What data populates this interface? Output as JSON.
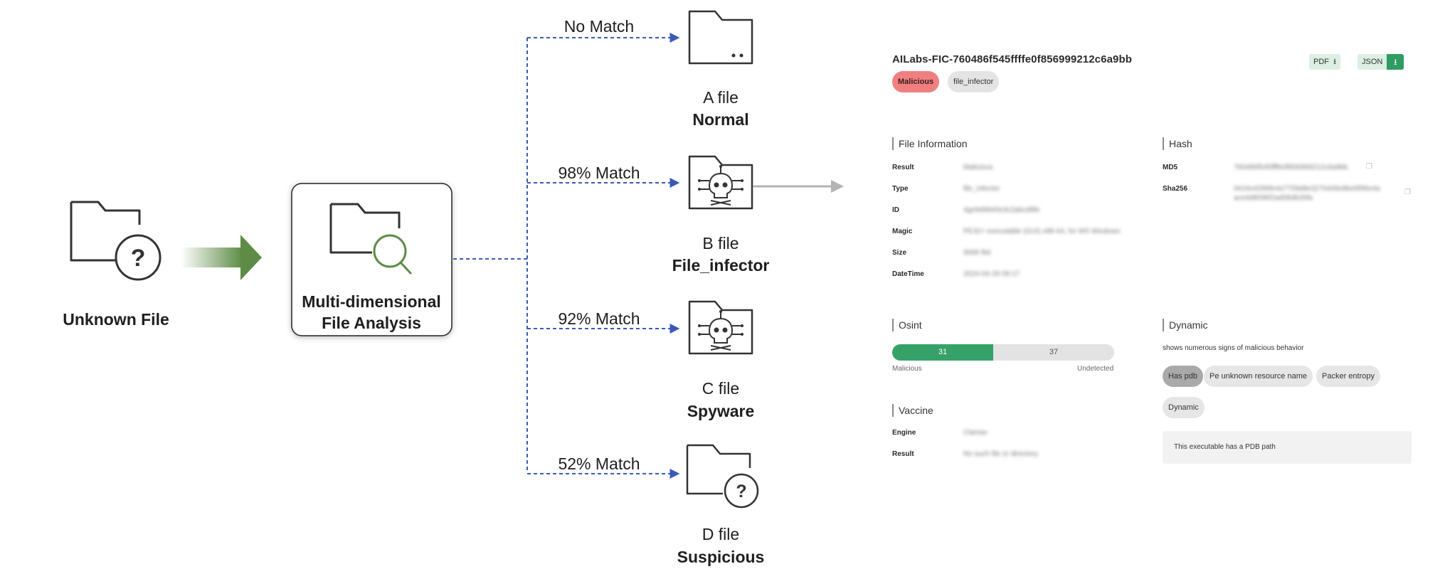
{
  "diagram": {
    "unknown_file_label": "Unknown File",
    "analysis_box_label_line1": "Multi-dimensional",
    "analysis_box_label_line2": "File Analysis",
    "branches": [
      {
        "match": "No Match",
        "file": "A file",
        "verdict": "Normal",
        "verdict_color": "#538135",
        "icon": "folder-icon"
      },
      {
        "match": "98% Match",
        "file": "B file",
        "verdict": "File_infector",
        "verdict_color": "#e03024",
        "icon": "skull-circuit-folder-icon"
      },
      {
        "match": "92% Match",
        "file": "C file",
        "verdict": "Spyware",
        "verdict_color": "#e03024",
        "icon": "skull-circuit-folder-icon"
      },
      {
        "match": "52% Match",
        "file": "D file",
        "verdict": "Suspicious",
        "verdict_color": "#f5b235",
        "icon": "question-folder-icon"
      }
    ],
    "connector_color": "#3a5bb5",
    "arrow_gradient_color": "#5e8c46"
  },
  "report": {
    "file_id": "AILabs-FIC-760486f545ffffe0f856999212c6a9bb",
    "verdict_pill": "Malicious",
    "type_pill": "file_infector",
    "pdf_label": "PDF",
    "json_label": "JSON",
    "file_information": {
      "title": "File Information",
      "rows": [
        {
          "label": "Result",
          "value": "Malicious"
        },
        {
          "label": "Type",
          "value": "file_infector"
        },
        {
          "label": "ID",
          "value": "4ge9d9840e3c2abcd9fe"
        },
        {
          "label": "Magic",
          "value": "PE32+ executable (GUI) x86-64, for MS Windows"
        },
        {
          "label": "Size",
          "value": "9068 fbit"
        },
        {
          "label": "DateTime",
          "value": "2024-04-29 09:17"
        }
      ]
    },
    "hash": {
      "title": "Hash",
      "rows": [
        {
          "label": "MD5",
          "value": "760486f545ffffe0f856999212c6a9bb"
        },
        {
          "label": "Sha256",
          "value_line1": "0416e4296fe4e7759d8e3270445e8be6f96e4a",
          "value_line2": "ace4d8096f2ad08db20fa"
        }
      ]
    },
    "osint": {
      "title": "Osint",
      "malicious_count": "31",
      "undetected_count": "37",
      "malicious_label": "Malicious",
      "undetected_label": "Undetected",
      "malicious_fraction": 0.456
    },
    "vaccine": {
      "title": "Vaccine",
      "rows": [
        {
          "label": "Engine",
          "value": "Clamav"
        },
        {
          "label": "Result",
          "value": "No such file or directory"
        }
      ]
    },
    "dynamic": {
      "title": "Dynamic",
      "summary": "shows numerous signs of malicious behavior",
      "chips": [
        "Has pdb",
        "Pe unknown resource name",
        "Packer entropy",
        "Dynamic"
      ],
      "signature_text": "This executable has a PDB path"
    },
    "colors": {
      "malicious_pill": "#f08080",
      "osint_green": "#36a269",
      "download_green": "#2f9c63"
    }
  }
}
